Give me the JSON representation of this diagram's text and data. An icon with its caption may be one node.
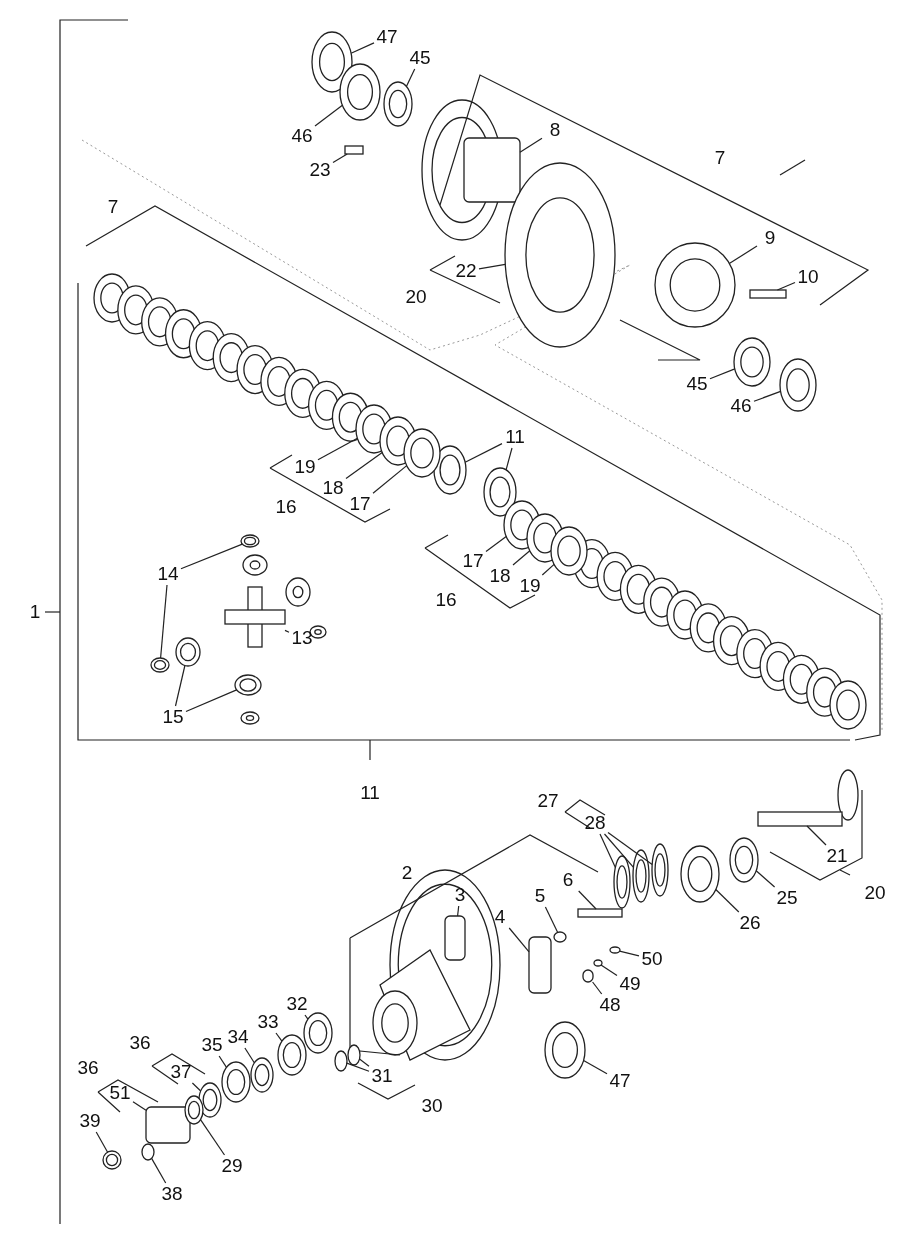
{
  "diagram": {
    "nodes": [
      {
        "text": [
          "47"
        ]
      },
      {
        "text": [
          "45"
        ]
      },
      {
        "text": [
          "8"
        ]
      },
      {
        "text": [
          "46"
        ]
      },
      {
        "text": [
          "23"
        ]
      },
      {
        "text": [
          "9"
        ]
      },
      {
        "text": [
          "22"
        ]
      },
      {
        "text": [
          "10"
        ]
      },
      {
        "text": [
          "45"
        ]
      },
      {
        "text": [
          "46"
        ]
      },
      {
        "text": [
          "11"
        ]
      },
      {
        "text": [
          "19"
        ]
      },
      {
        "text": [
          "18"
        ]
      },
      {
        "text": [
          "17"
        ]
      },
      {
        "text": [
          "17"
        ]
      },
      {
        "text": [
          "14"
        ]
      },
      {
        "text": [
          "18"
        ]
      },
      {
        "text": [
          "19"
        ]
      },
      {
        "text": [
          "13"
        ]
      },
      {
        "text": [
          "15"
        ]
      },
      {
        "text": [
          "28"
        ]
      },
      {
        "text": [
          "21"
        ]
      },
      {
        "text": [
          "6"
        ]
      },
      {
        "text": [
          "3"
        ]
      },
      {
        "text": [
          "5"
        ]
      },
      {
        "text": [
          "25"
        ]
      },
      {
        "text": [
          "4"
        ]
      },
      {
        "text": [
          "26"
        ]
      },
      {
        "text": [
          "50"
        ]
      },
      {
        "text": [
          "49"
        ]
      },
      {
        "text": [
          "32"
        ]
      },
      {
        "text": [
          "48"
        ]
      },
      {
        "text": [
          "33"
        ]
      },
      {
        "text": [
          "34"
        ]
      },
      {
        "text": [
          "35"
        ]
      },
      {
        "text": [
          "37"
        ]
      },
      {
        "text": [
          "47"
        ]
      },
      {
        "text": [
          "31"
        ]
      },
      {
        "text": [
          "51"
        ]
      },
      {
        "text": [
          "39"
        ]
      },
      {
        "text": [
          "29"
        ]
      },
      {
        "text": [
          "38"
        ]
      },
      {
        "text": [],
        "shape": "circle"
      },
      {
        "text": [],
        "shape": "circle"
      },
      {
        "text": [],
        "shape": "box"
      },
      {
        "text": [],
        "shape": "circle"
      },
      {
        "text": [],
        "shape": "bar"
      },
      {
        "text": [],
        "shape": "circle"
      },
      {
        "text": [],
        "shape": "circle"
      },
      {
        "text": [],
        "shape": "bar"
      },
      {
        "text": [],
        "shape": "circle"
      },
      {
        "text": [],
        "shape": "circle"
      },
      {
        "text": [],
        "shape": "circle"
      },
      {
        "text": [],
        "shape": "circle"
      },
      {
        "text": [],
        "shape": "circle"
      },
      {
        "text": [],
        "shape": "circle"
      },
      {
        "text": [],
        "shape": "circle"
      },
      {
        "text": [],
        "shape": "circle"
      },
      {
        "text": [],
        "shape": "circle"
      },
      {
        "text": [],
        "shape": "circle"
      },
      {
        "text": [],
        "shape": "circle"
      },
      {
        "text": [],
        "shape": "circle"
      },
      {
        "text": [],
        "shape": "cross"
      },
      {
        "text": [],
        "shape": "circle"
      },
      {
        "text": [],
        "shape": "circle"
      },
      {
        "text": [],
        "shape": "circle"
      },
      {
        "text": [],
        "shape": "circle"
      },
      {
        "text": [],
        "shape": "circle"
      },
      {
        "text": [],
        "shape": "bar"
      },
      {
        "text": [],
        "shape": "bar"
      },
      {
        "text": [],
        "shape": "box"
      },
      {
        "text": [],
        "shape": "circle"
      },
      {
        "text": [],
        "shape": "circle"
      },
      {
        "text": [],
        "shape": "box"
      },
      {
        "text": [],
        "shape": "circle"
      },
      {
        "text": [],
        "shape": "circle"
      },
      {
        "text": [],
        "shape": "circle"
      },
      {
        "text": [],
        "shape": "circle"
      },
      {
        "text": [],
        "shape": "box"
      },
      {
        "text": [],
        "shape": "circle"
      },
      {
        "text": [],
        "shape": "circle"
      },
      {
        "text": [],
        "shape": "circle"
      },
      {
        "text": [],
        "shape": "circle"
      },
      {
        "text": [],
        "shape": "circle"
      },
      {
        "text": [],
        "shape": "circle"
      },
      {
        "text": [],
        "shape": "circle"
      },
      {
        "text": [],
        "shape": "box"
      },
      {
        "text": [],
        "shape": "circle"
      },
      {
        "text": [],
        "shape": "circle"
      },
      {
        "text": [],
        "shape": "circle"
      }
    ],
    "edges": [
      {
        "from": 0,
        "to": 42,
        "arrow": "none"
      },
      {
        "from": 1,
        "to": 43,
        "arrow": "none"
      },
      {
        "from": 2,
        "to": 44,
        "arrow": "none"
      },
      {
        "from": 3,
        "to": 45,
        "arrow": "none"
      },
      {
        "from": 4,
        "to": 46,
        "arrow": "none"
      },
      {
        "from": 5,
        "to": 47,
        "arrow": "none"
      },
      {
        "from": 6,
        "to": 48,
        "arrow": "none"
      },
      {
        "from": 7,
        "to": 49,
        "arrow": "none"
      },
      {
        "from": 8,
        "to": 50,
        "arrow": "none"
      },
      {
        "from": 9,
        "to": 51,
        "arrow": "none"
      },
      {
        "from": 10,
        "to": 52,
        "arrow": "none"
      },
      {
        "from": 10,
        "to": 53,
        "arrow": "none"
      },
      {
        "from": 11,
        "to": 54,
        "arrow": "none"
      },
      {
        "from": 12,
        "to": 55,
        "arrow": "none"
      },
      {
        "from": 13,
        "to": 56,
        "arrow": "none"
      },
      {
        "from": 14,
        "to": 57,
        "arrow": "none"
      },
      {
        "from": 15,
        "to": 58,
        "arrow": "none"
      },
      {
        "from": 15,
        "to": 59,
        "arrow": "none"
      },
      {
        "from": 16,
        "to": 60,
        "arrow": "none"
      },
      {
        "from": 17,
        "to": 61,
        "arrow": "none"
      },
      {
        "from": 18,
        "to": 62,
        "arrow": "none"
      },
      {
        "from": 19,
        "to": 63,
        "arrow": "none"
      },
      {
        "from": 19,
        "to": 64,
        "arrow": "none"
      },
      {
        "from": 20,
        "to": 65,
        "arrow": "none"
      },
      {
        "from": 20,
        "to": 66,
        "arrow": "none"
      },
      {
        "from": 20,
        "to": 67,
        "arrow": "none"
      },
      {
        "from": 21,
        "to": 68,
        "arrow": "none"
      },
      {
        "from": 22,
        "to": 69,
        "arrow": "none"
      },
      {
        "from": 23,
        "to": 70,
        "arrow": "none"
      },
      {
        "from": 24,
        "to": 71,
        "arrow": "none"
      },
      {
        "from": 25,
        "to": 72,
        "arrow": "none"
      },
      {
        "from": 26,
        "to": 73,
        "arrow": "none"
      },
      {
        "from": 27,
        "to": 74,
        "arrow": "none"
      },
      {
        "from": 28,
        "to": 75,
        "arrow": "none"
      },
      {
        "from": 29,
        "to": 76,
        "arrow": "none"
      },
      {
        "from": 30,
        "to": 77,
        "arrow": "none"
      },
      {
        "from": 31,
        "to": 78,
        "arrow": "none"
      },
      {
        "from": 32,
        "to": 79,
        "arrow": "none"
      },
      {
        "from": 33,
        "to": 80,
        "arrow": "none"
      },
      {
        "from": 34,
        "to": 81,
        "arrow": "none"
      },
      {
        "from": 35,
        "to": 82,
        "arrow": "none"
      },
      {
        "from": 36,
        "to": 83,
        "arrow": "none"
      },
      {
        "from": 37,
        "to": 84,
        "arrow": "none"
      },
      {
        "from": 37,
        "to": 85,
        "arrow": "none"
      },
      {
        "from": 38,
        "to": 86,
        "arrow": "none"
      },
      {
        "from": 39,
        "to": 87,
        "arrow": "none"
      },
      {
        "from": 40,
        "to": 88,
        "arrow": "none"
      },
      {
        "from": 41,
        "to": 89,
        "arrow": "none"
      }
    ],
    "labels": [
      "7",
      "7",
      "20",
      "16",
      "16",
      "1",
      "11",
      "27",
      "20",
      "2",
      "36",
      "36",
      "30"
    ]
  }
}
